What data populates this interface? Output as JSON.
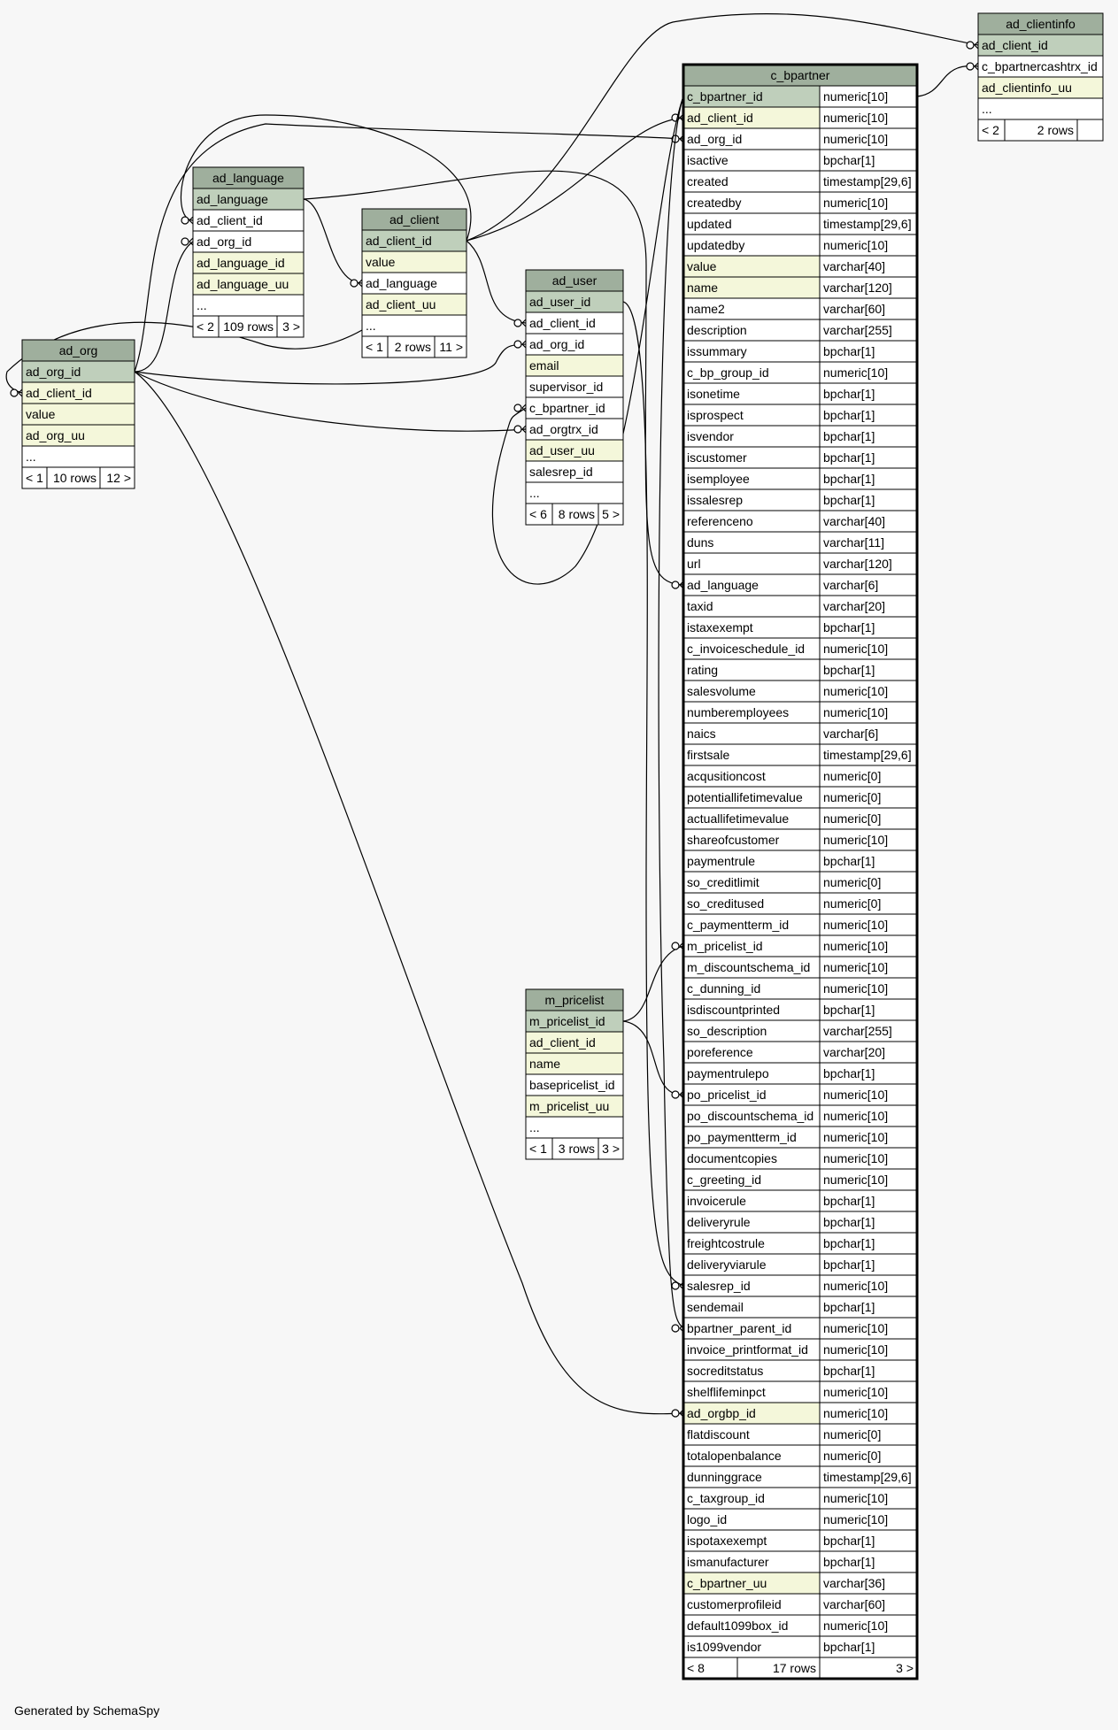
{
  "colors": {
    "background": "#f7f7f7",
    "header": "#9faf9d",
    "primary_key": "#bfcfbb",
    "indexed": "#f4f7da",
    "plain": "#ffffff",
    "border": "#000000"
  },
  "footer": "Generated by SchemaSpy",
  "tables": [
    {
      "id": "ad_clientinfo",
      "name": "ad_clientinfo",
      "columns": [
        {
          "name": "ad_client_id",
          "style": "pk"
        },
        {
          "name": "c_bpartnercashtrx_id",
          "style": "plain"
        },
        {
          "name": "ad_clientinfo_uu",
          "style": "idx"
        },
        {
          "name": "...",
          "style": "plain"
        }
      ],
      "footer": [
        "< 2",
        "2 rows",
        ""
      ]
    },
    {
      "id": "ad_language",
      "name": "ad_language",
      "columns": [
        {
          "name": "ad_language",
          "style": "pk"
        },
        {
          "name": "ad_client_id",
          "style": "plain"
        },
        {
          "name": "ad_org_id",
          "style": "plain"
        },
        {
          "name": "ad_language_id",
          "style": "idx"
        },
        {
          "name": "ad_language_uu",
          "style": "idx"
        },
        {
          "name": "...",
          "style": "plain"
        }
      ],
      "footer": [
        "< 2",
        "109 rows",
        "3 >"
      ]
    },
    {
      "id": "ad_client",
      "name": "ad_client",
      "columns": [
        {
          "name": "ad_client_id",
          "style": "pk"
        },
        {
          "name": "value",
          "style": "idx"
        },
        {
          "name": "ad_language",
          "style": "plain"
        },
        {
          "name": "ad_client_uu",
          "style": "idx"
        },
        {
          "name": "...",
          "style": "plain"
        }
      ],
      "footer": [
        "< 1",
        "2 rows",
        "11 >"
      ]
    },
    {
      "id": "ad_user",
      "name": "ad_user",
      "columns": [
        {
          "name": "ad_user_id",
          "style": "pk"
        },
        {
          "name": "ad_client_id",
          "style": "plain"
        },
        {
          "name": "ad_org_id",
          "style": "plain"
        },
        {
          "name": "email",
          "style": "idx"
        },
        {
          "name": "supervisor_id",
          "style": "plain"
        },
        {
          "name": "c_bpartner_id",
          "style": "plain"
        },
        {
          "name": "ad_orgtrx_id",
          "style": "plain"
        },
        {
          "name": "ad_user_uu",
          "style": "idx"
        },
        {
          "name": "salesrep_id",
          "style": "plain"
        },
        {
          "name": "...",
          "style": "plain"
        }
      ],
      "footer": [
        "< 6",
        "8 rows",
        "5 >"
      ]
    },
    {
      "id": "ad_org",
      "name": "ad_org",
      "columns": [
        {
          "name": "ad_org_id",
          "style": "pk"
        },
        {
          "name": "ad_client_id",
          "style": "idx"
        },
        {
          "name": "value",
          "style": "idx"
        },
        {
          "name": "ad_org_uu",
          "style": "idx"
        },
        {
          "name": "...",
          "style": "plain"
        }
      ],
      "footer": [
        "< 1",
        "10 rows",
        "12 >"
      ]
    },
    {
      "id": "m_pricelist",
      "name": "m_pricelist",
      "columns": [
        {
          "name": "m_pricelist_id",
          "style": "pk"
        },
        {
          "name": "ad_client_id",
          "style": "idx"
        },
        {
          "name": "name",
          "style": "idx"
        },
        {
          "name": "basepricelist_id",
          "style": "plain"
        },
        {
          "name": "m_pricelist_uu",
          "style": "idx"
        },
        {
          "name": "...",
          "style": "plain"
        }
      ],
      "footer": [
        "< 1",
        "3 rows",
        "3 >"
      ]
    },
    {
      "id": "c_bpartner",
      "name": "c_bpartner",
      "focus": true,
      "columns": [
        {
          "name": "c_bpartner_id",
          "type": "numeric[10]",
          "style": "pk"
        },
        {
          "name": "ad_client_id",
          "type": "numeric[10]",
          "style": "idx"
        },
        {
          "name": "ad_org_id",
          "type": "numeric[10]",
          "style": "plain"
        },
        {
          "name": "isactive",
          "type": "bpchar[1]",
          "style": "plain"
        },
        {
          "name": "created",
          "type": "timestamp[29,6]",
          "style": "plain"
        },
        {
          "name": "createdby",
          "type": "numeric[10]",
          "style": "plain"
        },
        {
          "name": "updated",
          "type": "timestamp[29,6]",
          "style": "plain"
        },
        {
          "name": "updatedby",
          "type": "numeric[10]",
          "style": "plain"
        },
        {
          "name": "value",
          "type": "varchar[40]",
          "style": "idx"
        },
        {
          "name": "name",
          "type": "varchar[120]",
          "style": "idx"
        },
        {
          "name": "name2",
          "type": "varchar[60]",
          "style": "plain"
        },
        {
          "name": "description",
          "type": "varchar[255]",
          "style": "plain"
        },
        {
          "name": "issummary",
          "type": "bpchar[1]",
          "style": "plain"
        },
        {
          "name": "c_bp_group_id",
          "type": "numeric[10]",
          "style": "plain"
        },
        {
          "name": "isonetime",
          "type": "bpchar[1]",
          "style": "plain"
        },
        {
          "name": "isprospect",
          "type": "bpchar[1]",
          "style": "plain"
        },
        {
          "name": "isvendor",
          "type": "bpchar[1]",
          "style": "plain"
        },
        {
          "name": "iscustomer",
          "type": "bpchar[1]",
          "style": "plain"
        },
        {
          "name": "isemployee",
          "type": "bpchar[1]",
          "style": "plain"
        },
        {
          "name": "issalesrep",
          "type": "bpchar[1]",
          "style": "plain"
        },
        {
          "name": "referenceno",
          "type": "varchar[40]",
          "style": "plain"
        },
        {
          "name": "duns",
          "type": "varchar[11]",
          "style": "plain"
        },
        {
          "name": "url",
          "type": "varchar[120]",
          "style": "plain"
        },
        {
          "name": "ad_language",
          "type": "varchar[6]",
          "style": "plain"
        },
        {
          "name": "taxid",
          "type": "varchar[20]",
          "style": "plain"
        },
        {
          "name": "istaxexempt",
          "type": "bpchar[1]",
          "style": "plain"
        },
        {
          "name": "c_invoiceschedule_id",
          "type": "numeric[10]",
          "style": "plain"
        },
        {
          "name": "rating",
          "type": "bpchar[1]",
          "style": "plain"
        },
        {
          "name": "salesvolume",
          "type": "numeric[10]",
          "style": "plain"
        },
        {
          "name": "numberemployees",
          "type": "numeric[10]",
          "style": "plain"
        },
        {
          "name": "naics",
          "type": "varchar[6]",
          "style": "plain"
        },
        {
          "name": "firstsale",
          "type": "timestamp[29,6]",
          "style": "plain"
        },
        {
          "name": "acqusitioncost",
          "type": "numeric[0]",
          "style": "plain"
        },
        {
          "name": "potentiallifetimevalue",
          "type": "numeric[0]",
          "style": "plain"
        },
        {
          "name": "actuallifetimevalue",
          "type": "numeric[0]",
          "style": "plain"
        },
        {
          "name": "shareofcustomer",
          "type": "numeric[10]",
          "style": "plain"
        },
        {
          "name": "paymentrule",
          "type": "bpchar[1]",
          "style": "plain"
        },
        {
          "name": "so_creditlimit",
          "type": "numeric[0]",
          "style": "plain"
        },
        {
          "name": "so_creditused",
          "type": "numeric[0]",
          "style": "plain"
        },
        {
          "name": "c_paymentterm_id",
          "type": "numeric[10]",
          "style": "plain"
        },
        {
          "name": "m_pricelist_id",
          "type": "numeric[10]",
          "style": "plain"
        },
        {
          "name": "m_discountschema_id",
          "type": "numeric[10]",
          "style": "plain"
        },
        {
          "name": "c_dunning_id",
          "type": "numeric[10]",
          "style": "plain"
        },
        {
          "name": "isdiscountprinted",
          "type": "bpchar[1]",
          "style": "plain"
        },
        {
          "name": "so_description",
          "type": "varchar[255]",
          "style": "plain"
        },
        {
          "name": "poreference",
          "type": "varchar[20]",
          "style": "plain"
        },
        {
          "name": "paymentrulepo",
          "type": "bpchar[1]",
          "style": "plain"
        },
        {
          "name": "po_pricelist_id",
          "type": "numeric[10]",
          "style": "plain"
        },
        {
          "name": "po_discountschema_id",
          "type": "numeric[10]",
          "style": "plain"
        },
        {
          "name": "po_paymentterm_id",
          "type": "numeric[10]",
          "style": "plain"
        },
        {
          "name": "documentcopies",
          "type": "numeric[10]",
          "style": "plain"
        },
        {
          "name": "c_greeting_id",
          "type": "numeric[10]",
          "style": "plain"
        },
        {
          "name": "invoicerule",
          "type": "bpchar[1]",
          "style": "plain"
        },
        {
          "name": "deliveryrule",
          "type": "bpchar[1]",
          "style": "plain"
        },
        {
          "name": "freightcostrule",
          "type": "bpchar[1]",
          "style": "plain"
        },
        {
          "name": "deliveryviarule",
          "type": "bpchar[1]",
          "style": "plain"
        },
        {
          "name": "salesrep_id",
          "type": "numeric[10]",
          "style": "plain"
        },
        {
          "name": "sendemail",
          "type": "bpchar[1]",
          "style": "plain"
        },
        {
          "name": "bpartner_parent_id",
          "type": "numeric[10]",
          "style": "plain"
        },
        {
          "name": "invoice_printformat_id",
          "type": "numeric[10]",
          "style": "plain"
        },
        {
          "name": "socreditstatus",
          "type": "bpchar[1]",
          "style": "plain"
        },
        {
          "name": "shelflifeminpct",
          "type": "numeric[10]",
          "style": "plain"
        },
        {
          "name": "ad_orgbp_id",
          "type": "numeric[10]",
          "style": "idx"
        },
        {
          "name": "flatdiscount",
          "type": "numeric[0]",
          "style": "plain"
        },
        {
          "name": "totalopenbalance",
          "type": "numeric[0]",
          "style": "plain"
        },
        {
          "name": "dunninggrace",
          "type": "timestamp[29,6]",
          "style": "plain"
        },
        {
          "name": "c_taxgroup_id",
          "type": "numeric[10]",
          "style": "plain"
        },
        {
          "name": "logo_id",
          "type": "numeric[10]",
          "style": "plain"
        },
        {
          "name": "ispotaxexempt",
          "type": "bpchar[1]",
          "style": "plain"
        },
        {
          "name": "ismanufacturer",
          "type": "bpchar[1]",
          "style": "plain"
        },
        {
          "name": "c_bpartner_uu",
          "type": "varchar[36]",
          "style": "idx"
        },
        {
          "name": "customerprofileid",
          "type": "varchar[60]",
          "style": "plain"
        },
        {
          "name": "default1099box_id",
          "type": "numeric[10]",
          "style": "plain"
        },
        {
          "name": "is1099vendor",
          "type": "bpchar[1]",
          "style": "plain"
        }
      ],
      "footer": [
        "< 8",
        "17 rows",
        "3 >"
      ]
    }
  ],
  "relationships": [
    {
      "from": "ad_client.ad_client_id",
      "to": "ad_clientinfo.ad_client_id"
    },
    {
      "from": "c_bpartner.c_bpartner_id",
      "to": "ad_clientinfo.c_bpartnercashtrx_id"
    },
    {
      "from": "ad_client.ad_client_id",
      "to": "c_bpartner.ad_client_id"
    },
    {
      "from": "ad_org.ad_org_id",
      "to": "c_bpartner.ad_org_id"
    },
    {
      "from": "ad_language.ad_language",
      "to": "c_bpartner.ad_language"
    },
    {
      "from": "m_pricelist.m_pricelist_id",
      "to": "c_bpartner.m_pricelist_id"
    },
    {
      "from": "m_pricelist.m_pricelist_id",
      "to": "c_bpartner.po_pricelist_id"
    },
    {
      "from": "ad_user.ad_user_id",
      "to": "c_bpartner.salesrep_id"
    },
    {
      "from": "c_bpartner.c_bpartner_id",
      "to": "c_bpartner.bpartner_parent_id"
    },
    {
      "from": "ad_org.ad_org_id",
      "to": "c_bpartner.ad_orgbp_id"
    },
    {
      "from": "ad_client.ad_client_id",
      "to": "ad_language.ad_client_id"
    },
    {
      "from": "ad_org.ad_org_id",
      "to": "ad_language.ad_org_id"
    },
    {
      "from": "ad_language.ad_language",
      "to": "ad_client.ad_language"
    },
    {
      "from": "ad_client.ad_client_id",
      "to": "ad_user.ad_client_id"
    },
    {
      "from": "ad_org.ad_org_id",
      "to": "ad_user.ad_org_id"
    },
    {
      "from": "c_bpartner.c_bpartner_id",
      "to": "ad_user.c_bpartner_id"
    },
    {
      "from": "ad_org.ad_org_id",
      "to": "ad_user.ad_orgtrx_id"
    },
    {
      "from": "ad_client.ad_client_id",
      "to": "ad_org.ad_client_id"
    }
  ]
}
